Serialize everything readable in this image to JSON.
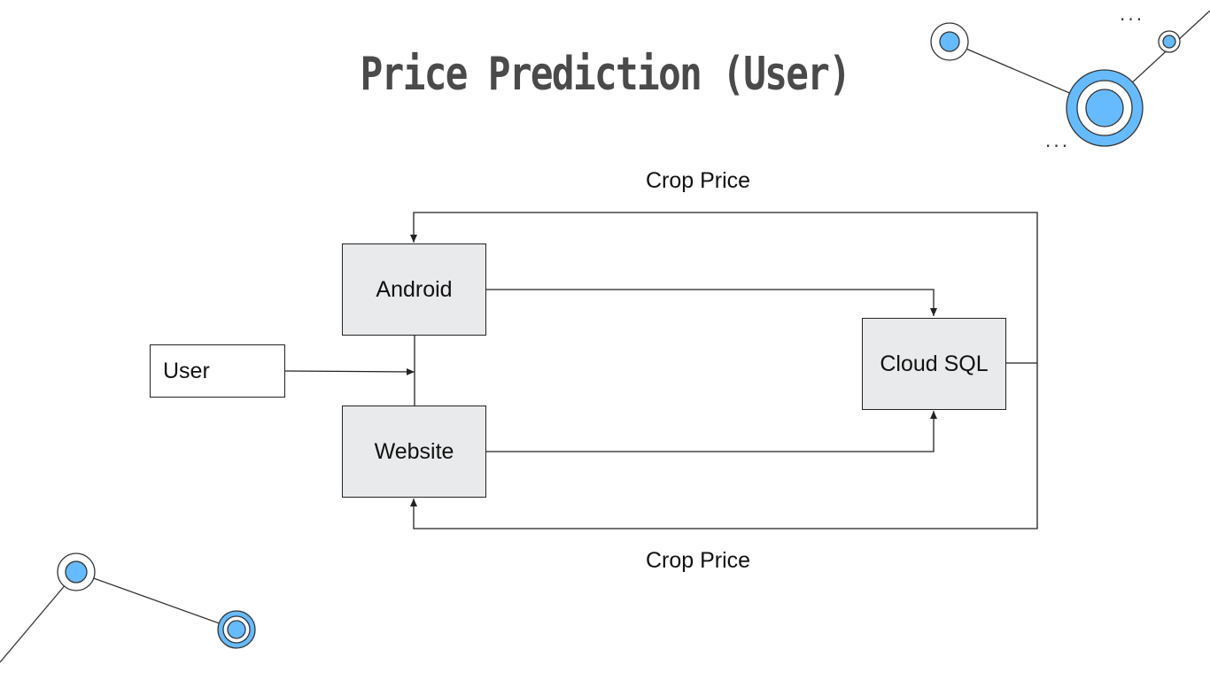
{
  "title": "Price Prediction (User)",
  "nodes": {
    "user": "User",
    "android": "Android",
    "website": "Website",
    "cloud_sql": "Cloud SQL"
  },
  "edge_labels": {
    "top": "Crop Price",
    "bottom": "Crop Price"
  },
  "decoration": {
    "accent_color": "#66bbff",
    "ellipsis": "···"
  },
  "colors": {
    "box_fill": "#e9eaeb",
    "title_text": "#4a4a4a"
  }
}
